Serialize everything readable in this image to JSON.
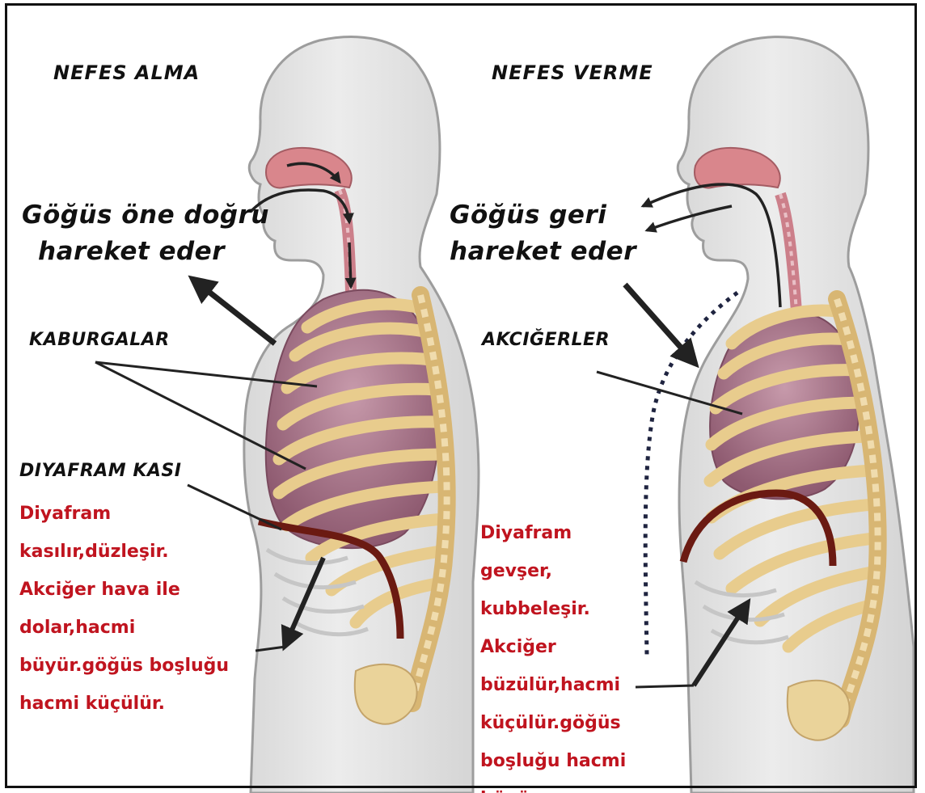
{
  "colors": {
    "body_fill": "#e4e4e4",
    "body_stroke": "#9d9d9d",
    "rib_color": "#e8cc8d",
    "lung_color": "#b47f95",
    "diaphragm_color": "#6b1a12",
    "note_text": "#c0141f",
    "label_text": "#111111"
  },
  "left": {
    "title": "NEFES ALMA",
    "chest_motion": [
      "Göğüs öne doğru",
      "hareket eder"
    ],
    "ribs_label": "KABURGALAR",
    "diaphragm_label": "DIYAFRAM KASI",
    "note_lines": [
      "Diyafram",
      "kasılır,düzleşir.",
      "Akciğer hava ile",
      "dolar,hacmi",
      "büyür.göğüs boşluğu",
      "hacmi küçülür."
    ]
  },
  "right": {
    "title": "NEFES VERME",
    "chest_motion": [
      "Göğüs geri",
      "hareket eder"
    ],
    "lungs_label": "AKCIĞERLER",
    "note_lines": [
      "Diyafram",
      "gevşer,",
      "kubbeleşir.",
      "Akciğer",
      "büzülür,hacmi",
      "küçülür.göğüs",
      "boşluğu hacmi",
      "büyür."
    ]
  }
}
